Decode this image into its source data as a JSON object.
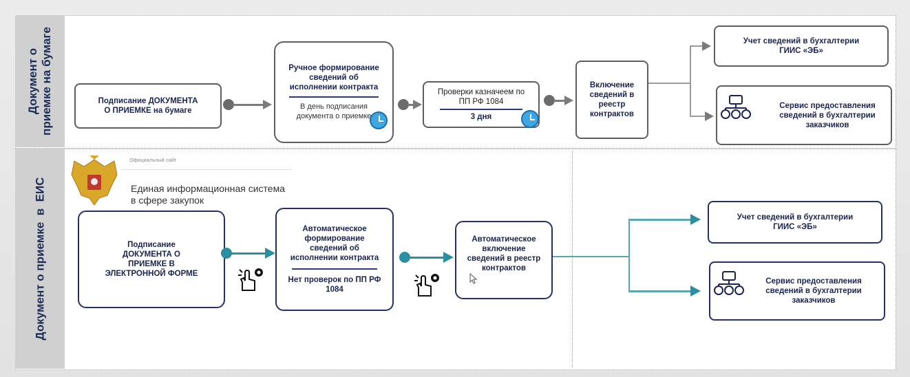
{
  "colors": {
    "navy": "#24306a",
    "teal": "#2a8fa0",
    "grey": "#6b6b6b",
    "lane_label_bg": "#d0d0d0"
  },
  "lanes": {
    "paper": {
      "label_line1": "Документ о",
      "label_line2": "приемке на бумаге"
    },
    "eis": {
      "label": "Документ о приемке  в  ЕИС"
    }
  },
  "paper_flow": {
    "sign": "Подписание ДОКУМЕНТА О ПРИЕМКЕ на бумаге",
    "manual": {
      "title": "Ручное формирование сведений об исполнении контракта",
      "note": "В день подписания документа о приемке"
    },
    "treasury": {
      "title": "Проверки казначеем по ПП РФ 1084",
      "days": "3 дня"
    },
    "registry": "Включение сведений в реестр контрактов",
    "account": "Учет сведений в бухгалтерии ГИИС «ЭБ»",
    "service": "Сервис предоставления сведений в бухгалтерии заказчиков"
  },
  "eis_header": {
    "small": "Официальный сайт",
    "title_line1": "Единая информационная система",
    "title_line2": "в сфере закупок"
  },
  "eis_flow": {
    "sign": "Подписание ДОКУМЕНТА О ПРИЕМКЕ В ЭЛЕКТРОННОЙ ФОРМЕ",
    "auto_form": {
      "title": "Автоматическое формирование сведений об исполнении контракта",
      "note": "Нет проверок по ПП РФ 1084"
    },
    "auto_include": "Автоматическое включение сведений в реестр контрактов",
    "account": "Учет сведений в бухгалтерии ГИИС «ЭБ»",
    "service": "Сервис предоставления сведений в бухгалтерии заказчиков"
  },
  "icons": [
    "coat-of-arms-icon",
    "clock-icon",
    "touch-hand-icon",
    "network-icon",
    "cursor-icon"
  ]
}
